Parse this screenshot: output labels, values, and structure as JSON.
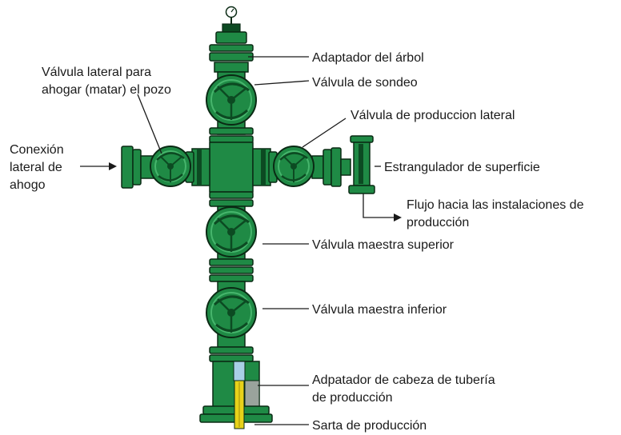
{
  "labels": {
    "adaptador_arbol": "Adaptador del árbol",
    "valvula_sondeo": "Válvula de sondeo",
    "valvula_lateral_line1": "Válvula lateral para",
    "valvula_lateral_line2": "ahogar (matar) el pozo",
    "valvula_produccion_lateral": "Válvula de produccion lateral",
    "conexion_line1": "Conexión",
    "conexion_line2": "lateral de",
    "conexion_line3": "ahogo",
    "estrangulador": "Estrangulador de superficie",
    "flujo_line1": "Flujo hacia las instalaciones de",
    "flujo_line2": "producción",
    "valvula_maestra_superior": "Válvula maestra superior",
    "valvula_maestra_inferior": "Válvula maestra inferior",
    "adaptador_cabeza_line1": "Adpatador de cabeza de tubería",
    "adaptador_cabeza_line2": "de producción",
    "sarta": "Sarta de producción"
  },
  "colors": {
    "body_green": "#1f8a45",
    "dark_green": "#0c4a22",
    "light_green": "#46b56c",
    "outline": "#0a2a14",
    "tubing_yellow": "#e8d21a",
    "hanger_blue": "#a9cfe6",
    "gray": "#9aa39c"
  }
}
